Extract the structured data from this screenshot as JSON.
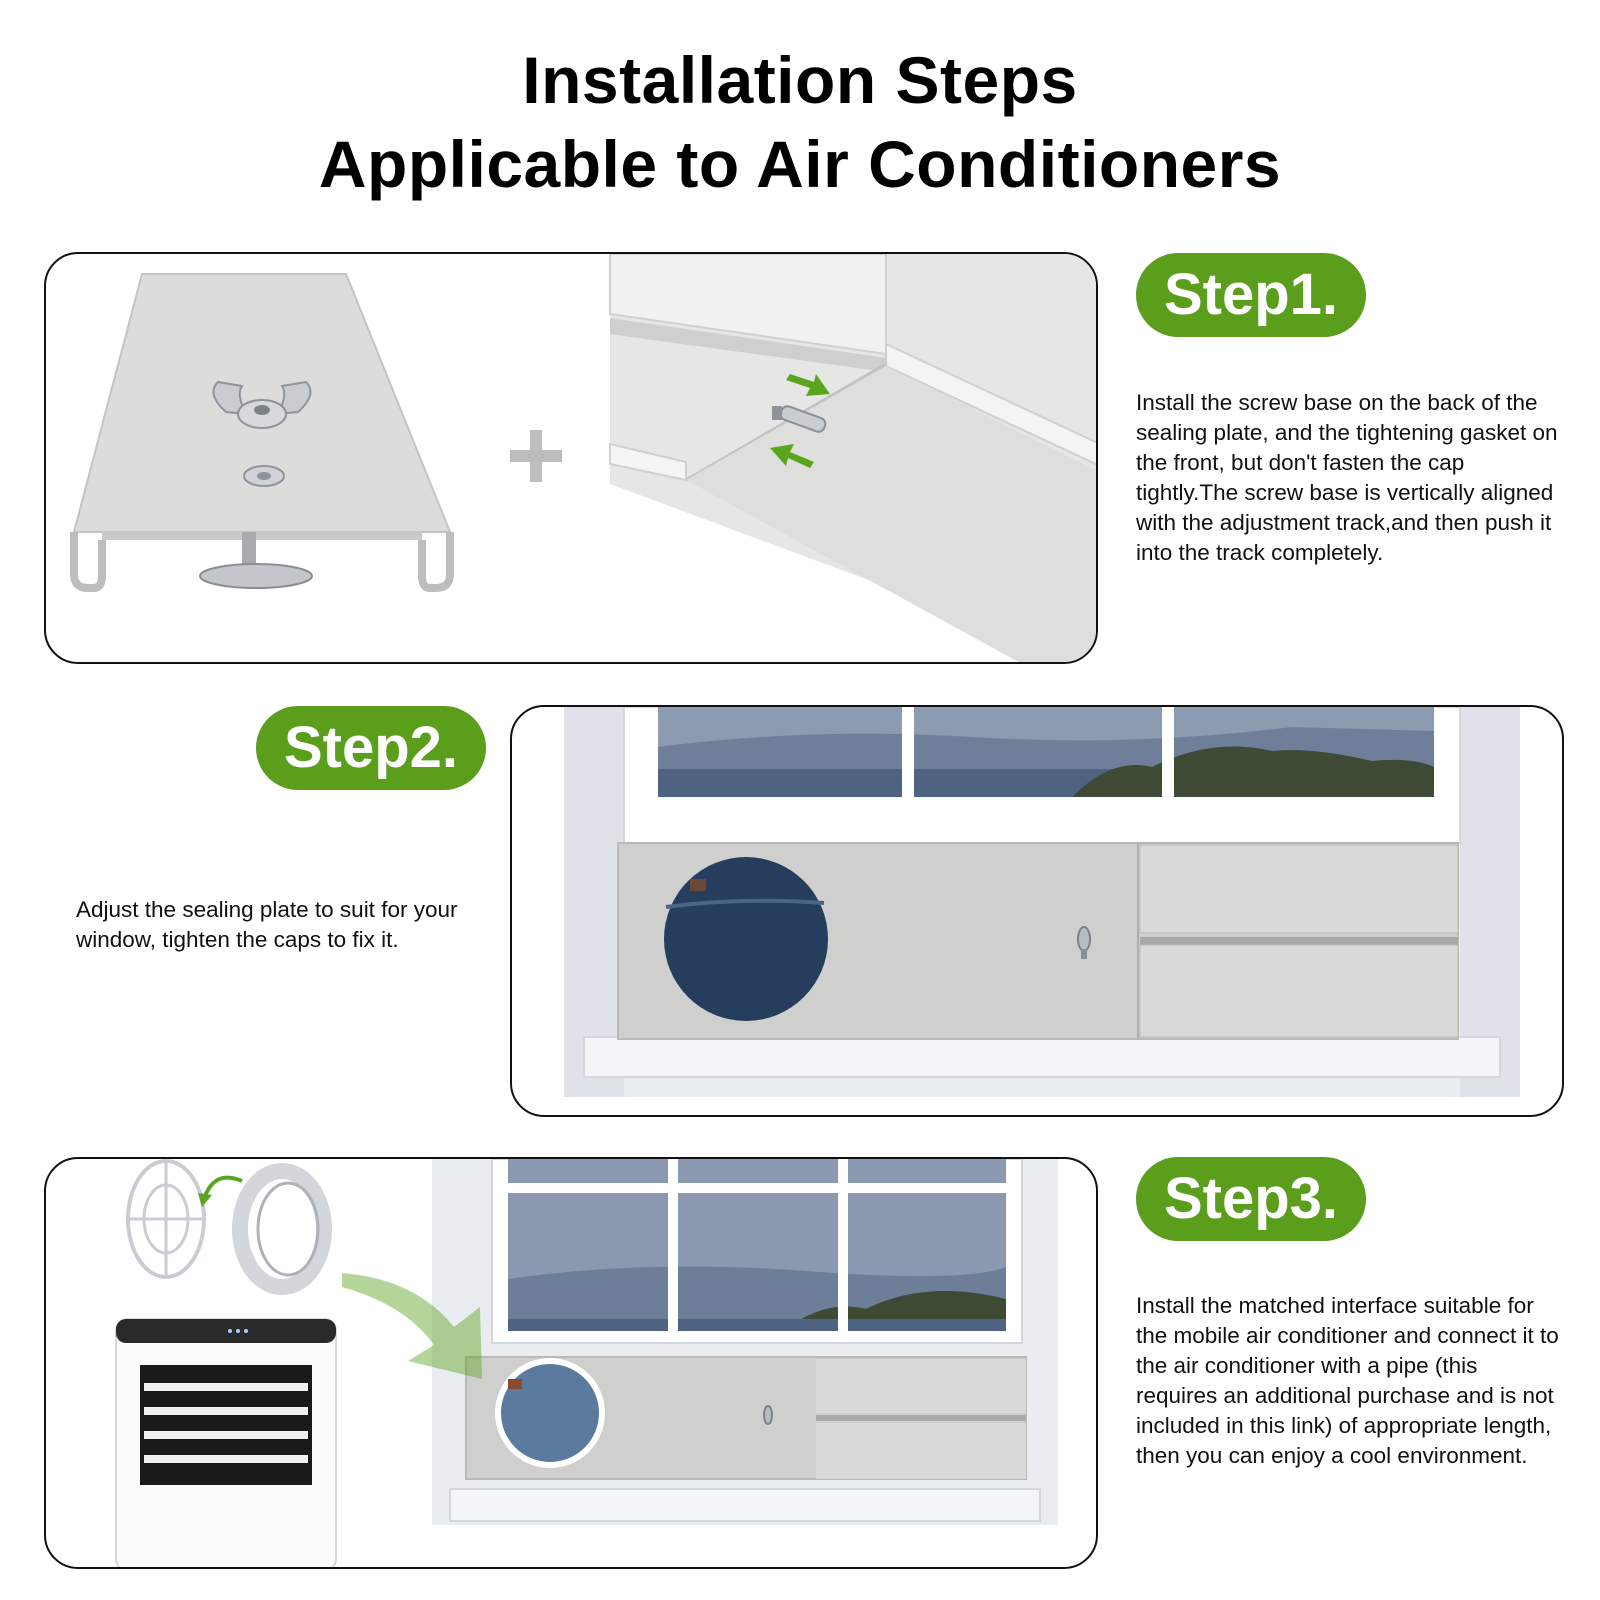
{
  "header": {
    "line1": "Installation Steps",
    "line2": "Applicable to Air Conditioners"
  },
  "steps": [
    {
      "label": "Step1.",
      "description": "Install the screw base on the back of the sealing plate, and the tightening gasket on the front, but don't fasten the cap tightly.The screw base is vertically aligned with the adjustment track,and then push it into the track completely.",
      "icons": [
        "sealing-plate",
        "wing-nut",
        "gasket",
        "screw-base",
        "plus-sign",
        "adjustment-track",
        "green-arrow"
      ]
    },
    {
      "label": "Step2.",
      "description": "Adjust the sealing plate to suit for your window, tighten the caps to fix it.",
      "icons": [
        "window-frame",
        "sea-landscape",
        "sealing-plate",
        "exhaust-hole",
        "wing-nut"
      ]
    },
    {
      "label": "Step3.",
      "description": "Install the matched interface suitable for the mobile air conditioner and connect it to the air conditioner with a pipe (this requires an additional purchase and is not included in this link) of appropriate length, then you can enjoy a cool environment.",
      "icons": [
        "grille-cap",
        "rotate-arrow",
        "interface-ring",
        "portable-air-conditioner",
        "green-arrow",
        "window-frame",
        "sealing-plate"
      ]
    }
  ],
  "colors": {
    "badge_green": "#5a9e1c",
    "arrow_green": "#5aa520",
    "plate_gray": "#cfcfcd",
    "frame_border": "#111111"
  }
}
